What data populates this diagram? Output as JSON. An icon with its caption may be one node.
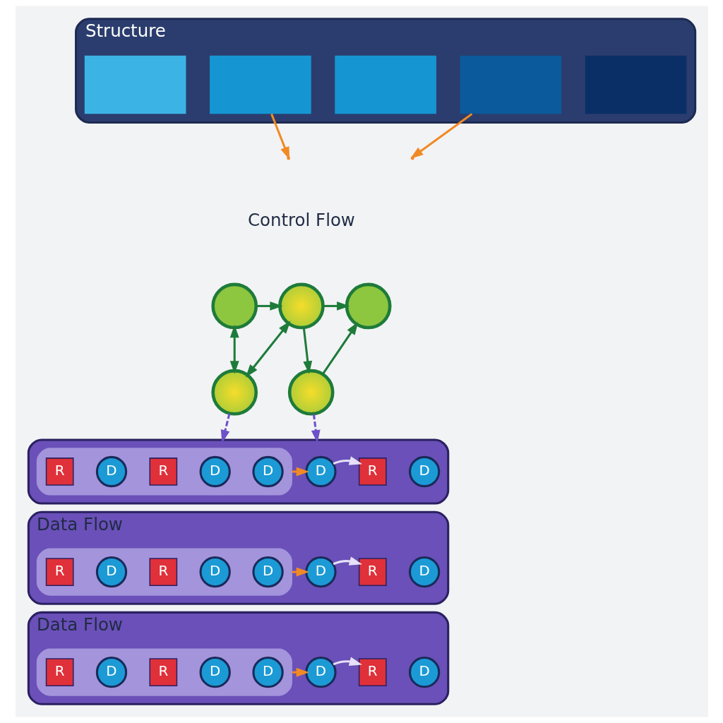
{
  "diagram": {
    "nodes": [
      {
        "text": [
          "Structure"
        ]
      },
      {
        "text": [],
        "shape": "box",
        "in": 0
      },
      {
        "text": [],
        "shape": "box",
        "in": 0
      },
      {
        "text": [],
        "shape": "box",
        "in": 0
      },
      {
        "text": [],
        "shape": "box",
        "in": 0
      },
      {
        "text": [],
        "shape": "box",
        "in": 0
      },
      {
        "text": [],
        "shape": "circle"
      },
      {
        "text": [],
        "shape": "circle"
      },
      {
        "text": [],
        "shape": "circle"
      },
      {
        "text": [],
        "shape": "circle"
      },
      {
        "text": [],
        "shape": "circle"
      },
      {
        "text": [],
        "shape": "box"
      },
      {
        "text": [],
        "shape": "box",
        "in": 11
      },
      {
        "text": [
          "R"
        ],
        "in": 12
      },
      {
        "text": [
          "D"
        ],
        "in": 12
      },
      {
        "text": [
          "R"
        ],
        "in": 12
      },
      {
        "text": [
          "D"
        ],
        "in": 12
      },
      {
        "text": [
          "D"
        ],
        "in": 12
      },
      {
        "text": [
          "D"
        ],
        "in": 11
      },
      {
        "text": [
          "R"
        ],
        "in": 11
      },
      {
        "text": [
          "D"
        ],
        "in": 11
      },
      {
        "text": [
          "Data Flow"
        ]
      },
      {
        "text": [],
        "shape": "box",
        "in": 21
      },
      {
        "text": [
          "R"
        ],
        "in": 22
      },
      {
        "text": [
          "D"
        ],
        "in": 22
      },
      {
        "text": [
          "R"
        ],
        "in": 22
      },
      {
        "text": [
          "D"
        ],
        "in": 22
      },
      {
        "text": [
          "D"
        ],
        "in": 22
      },
      {
        "text": [
          "D"
        ],
        "in": 21
      },
      {
        "text": [
          "R"
        ],
        "in": 21
      },
      {
        "text": [
          "D"
        ],
        "in": 21
      },
      {
        "text": [
          "Data Flow"
        ]
      },
      {
        "text": [],
        "shape": "box",
        "in": 31
      },
      {
        "text": [
          "R"
        ],
        "in": 32
      },
      {
        "text": [
          "D"
        ],
        "in": 32
      },
      {
        "text": [
          "R"
        ],
        "in": 32
      },
      {
        "text": [
          "D"
        ],
        "in": 32
      },
      {
        "text": [
          "D"
        ],
        "in": 32
      },
      {
        "text": [
          "D"
        ],
        "in": 31
      },
      {
        "text": [
          "R"
        ],
        "in": 31
      },
      {
        "text": [
          "D"
        ],
        "in": 31
      }
    ],
    "edges": [
      {
        "from": 2,
        "to": null,
        "arrow": "to",
        "color": "#f08a24"
      },
      {
        "from": 4,
        "to": null,
        "arrow": "to",
        "color": "#f08a24"
      },
      {
        "from": 6,
        "to": 7,
        "arrow": "to"
      },
      {
        "from": 7,
        "to": 8,
        "arrow": "to"
      },
      {
        "from": 6,
        "to": 9,
        "arrow": "both"
      },
      {
        "from": 7,
        "to": 9,
        "arrow": "both"
      },
      {
        "from": 7,
        "to": 10,
        "arrow": "to"
      },
      {
        "from": 10,
        "to": 8,
        "arrow": "to"
      },
      {
        "from": 9,
        "to": 11,
        "arrow": "to",
        "style": "dashed",
        "color": "#6e50c8"
      },
      {
        "from": 10,
        "to": 11,
        "arrow": "to",
        "style": "dashed",
        "color": "#6e50c8"
      },
      {
        "from": 12,
        "to": 18,
        "arrow": "to",
        "color": "#f08a24"
      },
      {
        "from": 18,
        "to": 19,
        "arrow": "to",
        "color": "#e6e0f8"
      },
      {
        "from": 22,
        "to": 28,
        "arrow": "to",
        "color": "#f08a24"
      },
      {
        "from": 28,
        "to": 29,
        "arrow": "to",
        "color": "#e6e0f8"
      },
      {
        "from": 32,
        "to": 38,
        "arrow": "to",
        "color": "#f08a24"
      },
      {
        "from": 38,
        "to": 39,
        "arrow": "to",
        "color": "#e6e0f8"
      }
    ],
    "labels": [
      "Control Flow"
    ]
  }
}
